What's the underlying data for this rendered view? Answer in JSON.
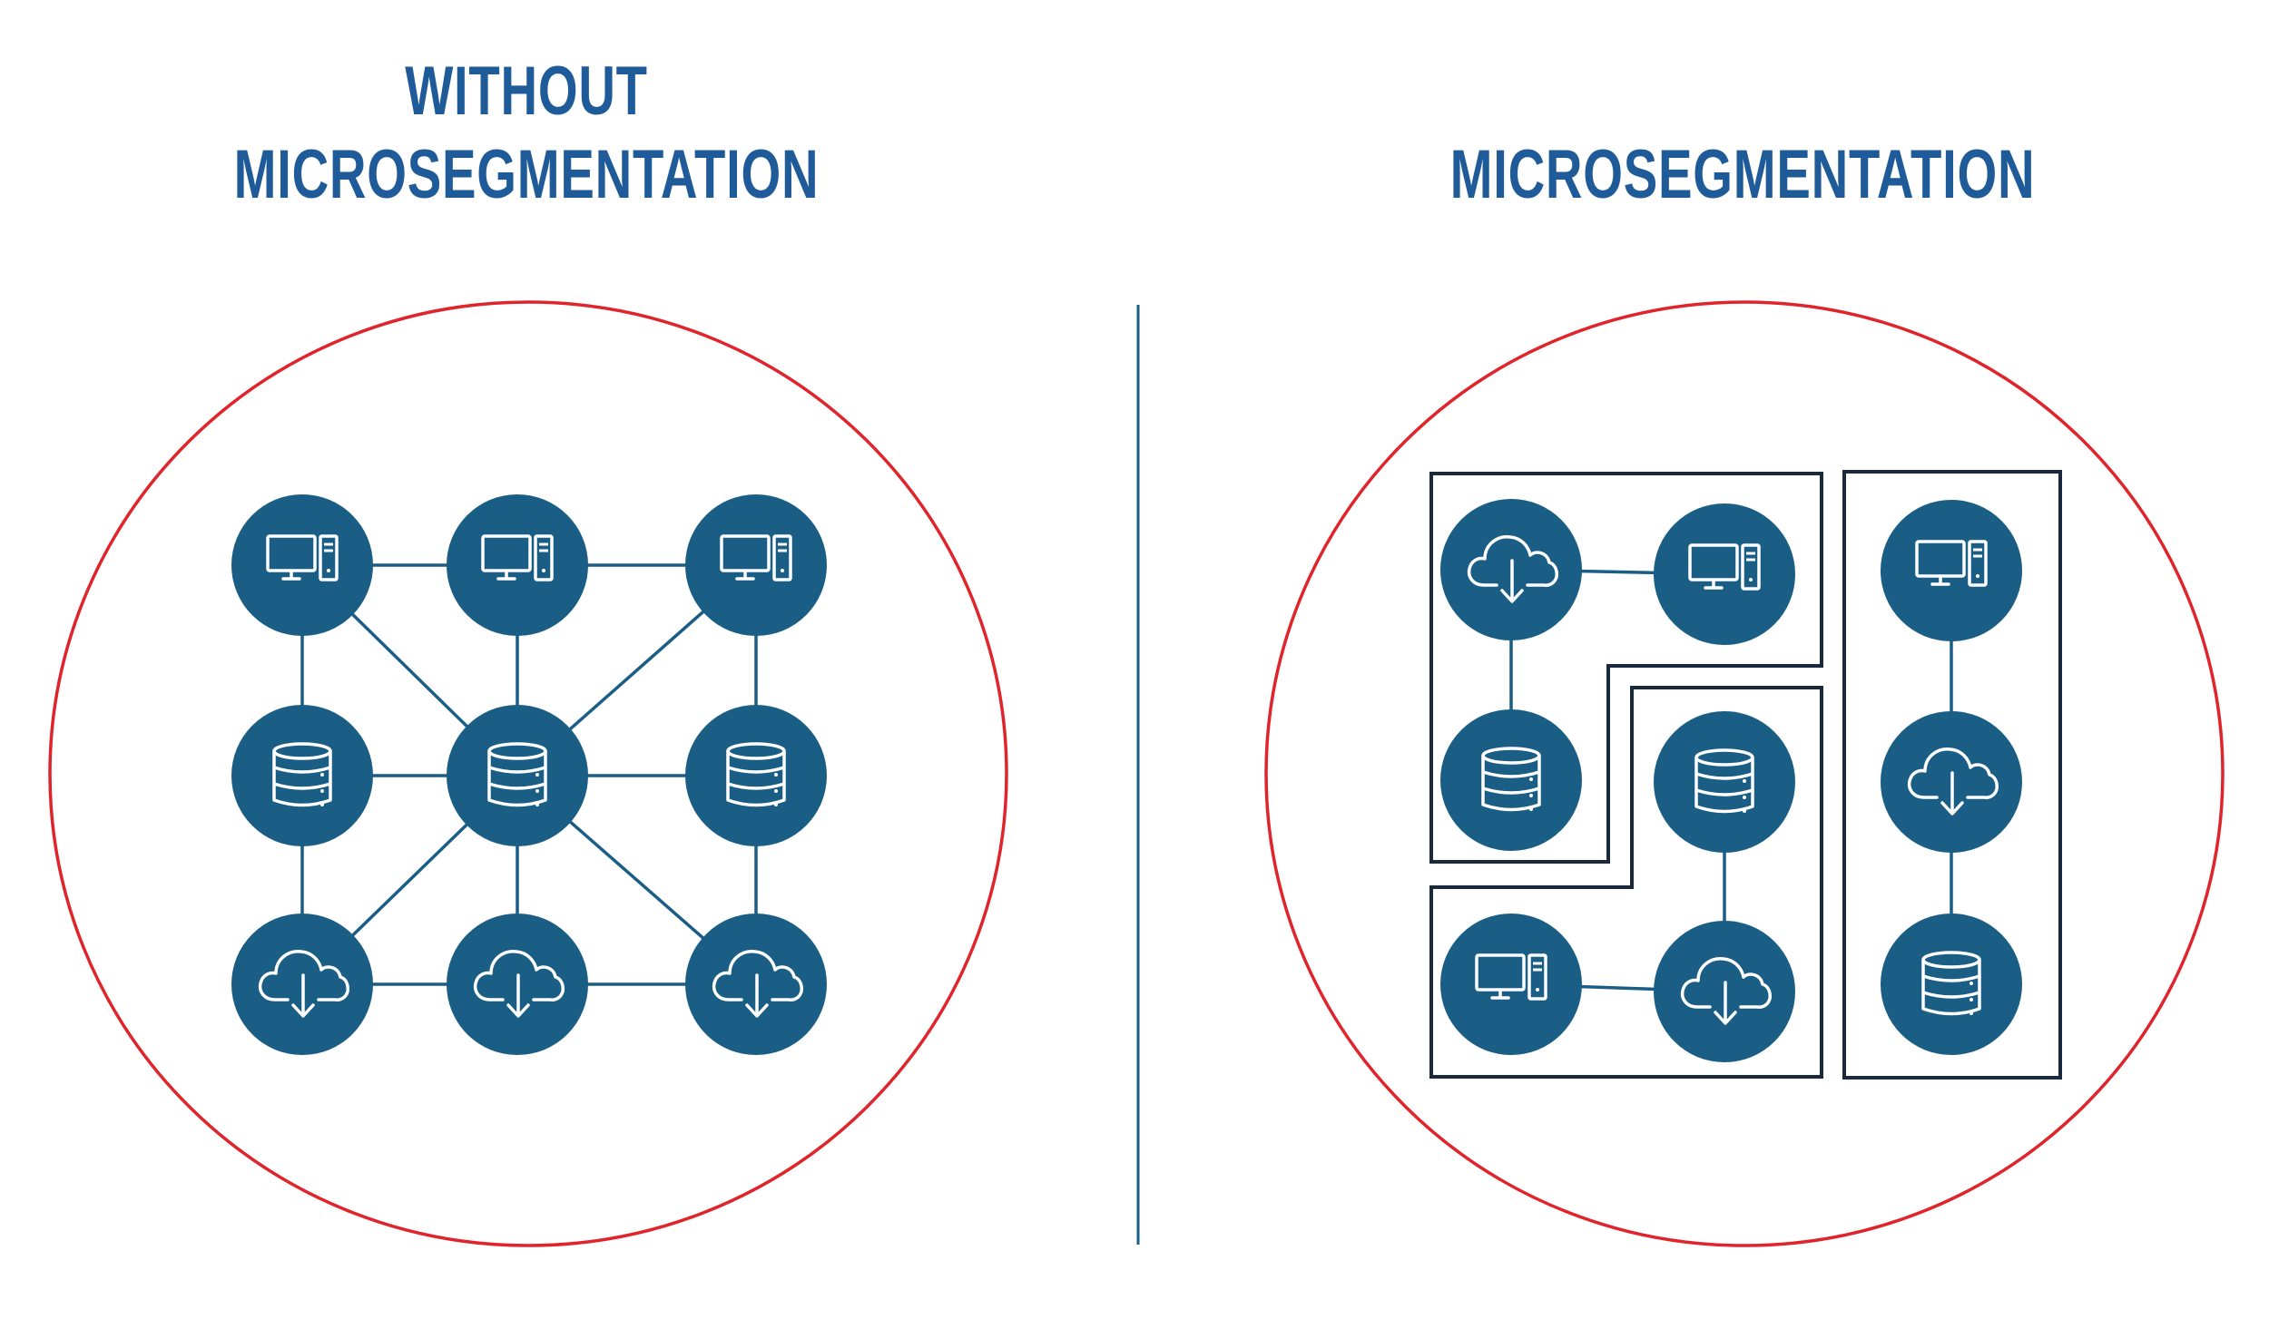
{
  "left_panel": {
    "title_line1": "WITHOUT",
    "title_line2": "MICROSEGMENTATION"
  },
  "right_panel": {
    "title": "MICROSEGMENTATION"
  },
  "colors": {
    "title": "#1f5b99",
    "boundary": "#e0242c",
    "node": "#1a5e86",
    "link": "#1a5e86",
    "segment_border": "#1b2a3a",
    "divider": "#1a5e86",
    "icon": "#ffffff"
  },
  "left_nodes": [
    {
      "id": "n1",
      "icon": "computer-icon"
    },
    {
      "id": "n2",
      "icon": "computer-icon"
    },
    {
      "id": "n3",
      "icon": "computer-icon"
    },
    {
      "id": "n4",
      "icon": "database-icon"
    },
    {
      "id": "n5",
      "icon": "database-icon"
    },
    {
      "id": "n6",
      "icon": "database-icon"
    },
    {
      "id": "n7",
      "icon": "cloud-download-icon"
    },
    {
      "id": "n8",
      "icon": "cloud-download-icon"
    },
    {
      "id": "n9",
      "icon": "cloud-download-icon"
    }
  ],
  "left_links": [
    [
      "n1",
      "n2"
    ],
    [
      "n2",
      "n3"
    ],
    [
      "n4",
      "n5"
    ],
    [
      "n5",
      "n6"
    ],
    [
      "n7",
      "n8"
    ],
    [
      "n8",
      "n9"
    ],
    [
      "n1",
      "n4"
    ],
    [
      "n4",
      "n7"
    ],
    [
      "n2",
      "n5"
    ],
    [
      "n5",
      "n8"
    ],
    [
      "n3",
      "n6"
    ],
    [
      "n6",
      "n9"
    ],
    [
      "n1",
      "n5"
    ],
    [
      "n3",
      "n5"
    ],
    [
      "n7",
      "n5"
    ],
    [
      "n9",
      "n5"
    ]
  ],
  "right_nodes": [
    {
      "id": "r1",
      "icon": "cloud-download-icon"
    },
    {
      "id": "r2",
      "icon": "computer-icon"
    },
    {
      "id": "r3",
      "icon": "database-icon"
    },
    {
      "id": "r4",
      "icon": "database-icon"
    },
    {
      "id": "r5",
      "icon": "computer-icon"
    },
    {
      "id": "r6",
      "icon": "cloud-download-icon"
    },
    {
      "id": "r7",
      "icon": "computer-icon"
    },
    {
      "id": "r8",
      "icon": "cloud-download-icon"
    },
    {
      "id": "r9",
      "icon": "database-icon"
    }
  ],
  "right_links": [
    [
      "r1",
      "r2"
    ],
    [
      "r1",
      "r3"
    ],
    [
      "r4",
      "r6"
    ],
    [
      "r5",
      "r6"
    ],
    [
      "r7",
      "r8"
    ],
    [
      "r8",
      "r9"
    ]
  ]
}
